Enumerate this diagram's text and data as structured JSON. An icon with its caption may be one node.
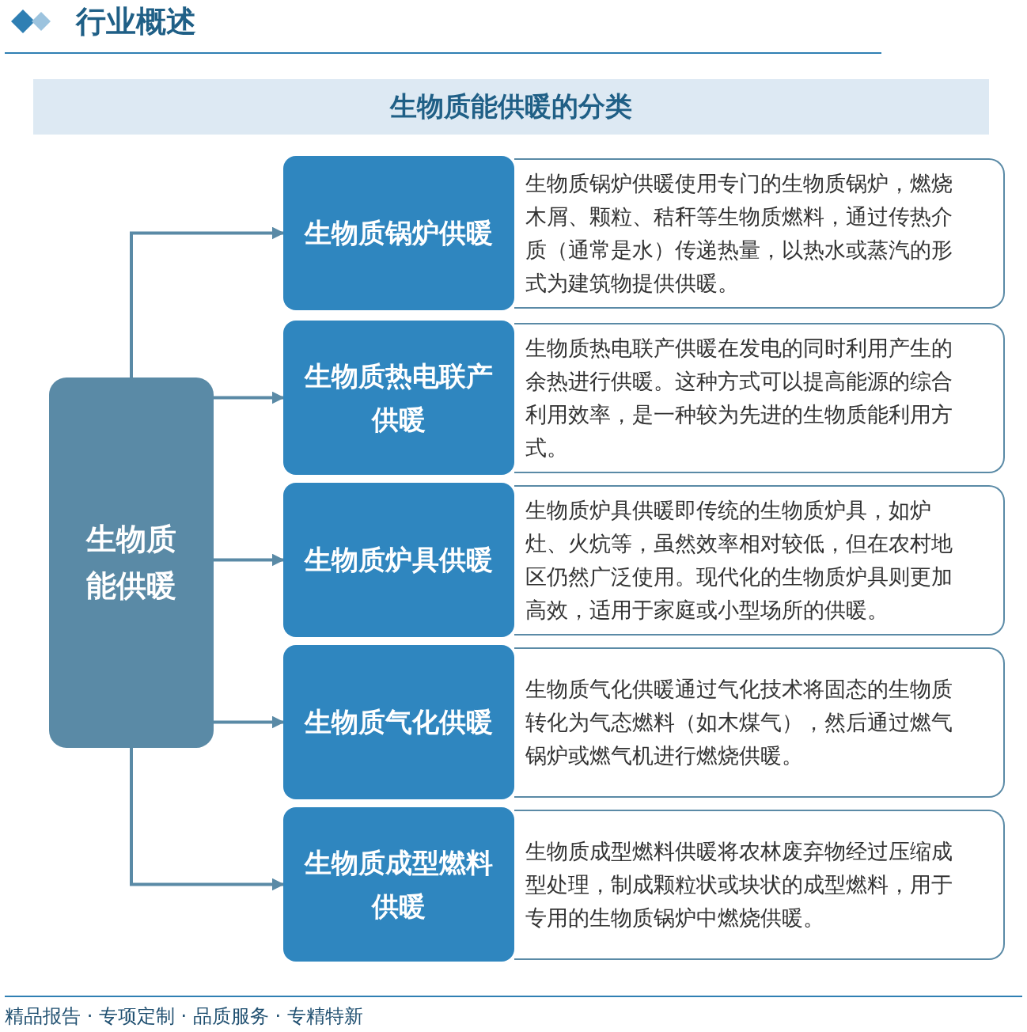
{
  "diagram": {
    "title": "生物质能供暖的分类",
    "nodes": [
      {
        "text": [
          "生物质能供暖"
        ]
      },
      {
        "text": [
          "生物质锅炉供暖"
        ]
      },
      {
        "text": [
          "生物质锅炉供暖使用专门的生物质锅炉，燃烧木屑、颗粒、秸秆等生物质燃料，通过传热介质（通常是水）传递热量，以热水或蒸汽的形式为建筑物提供供暖。"
        ]
      },
      {
        "text": [
          "生物质热电联产供暖"
        ]
      },
      {
        "text": [
          "生物质热电联产供暖在发电的同时利用产生的余热进行供暖。这种方式可以提高能源的综合利用效率，是一种较为先进的生物质能利用方式。"
        ]
      },
      {
        "text": [
          "生物质炉具供暖"
        ]
      },
      {
        "text": [
          "生物质炉具供暖即传统的生物质炉具，如炉灶、火炕等，虽然效率相对较低，但在农村地区仍然广泛使用。现代化的生物质炉具则更加高效，适用于家庭或小型场所的供暖。"
        ]
      },
      {
        "text": [
          "生物质气化供暖"
        ]
      },
      {
        "text": [
          "生物质气化供暖通过气化技术将固态的生物质转化为气态燃料（如木煤气），然后通过燃气锅炉或燃气机进行燃烧供暖。"
        ]
      },
      {
        "text": [
          "生物质成型燃料供暖"
        ]
      },
      {
        "text": [
          "生物质成型燃料供暖将农林废弃物经过压缩成型处理，制成颗粒状或块状的成型燃料，用于专用的生物质锅炉中燃烧供暖。"
        ]
      }
    ],
    "edges": [
      {
        "from": 0,
        "to": 1,
        "arrow": "to"
      },
      {
        "from": 0,
        "to": 3,
        "arrow": "to"
      },
      {
        "from": 0,
        "to": 5,
        "arrow": "to"
      },
      {
        "from": 0,
        "to": 7,
        "arrow": "to"
      },
      {
        "from": 0,
        "to": 9,
        "arrow": "to"
      }
    ],
    "labels": [
      "行业概述",
      "精品报告 · 专项定制 · 品质服务 · 专精特新"
    ]
  }
}
